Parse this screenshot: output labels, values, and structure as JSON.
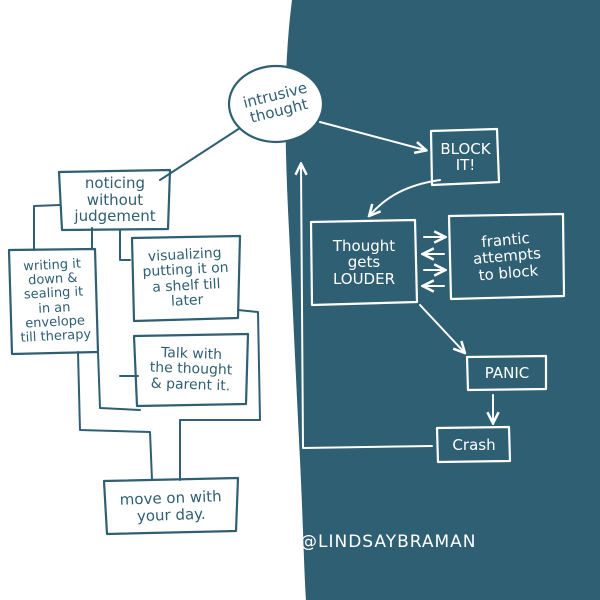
{
  "colors": {
    "teal": "#2f5f72",
    "paper": "#ffffff",
    "ink_on_teal": "#ffffff"
  },
  "nodes": {
    "intrusive_thought": "intrusive\nthought",
    "noticing": "noticing\nwithout\njudgement",
    "writing": "writing it\ndown &\nsealing it\nin an\nenvelope\ntill therapy",
    "visualizing": "visualizing\nputting it on\na shelf till\nlater",
    "talk": "Talk with\nthe thought\n& parent it.",
    "move_on": "move on with\nyour day.",
    "block_it": "BLOCK\nIT!",
    "louder": "Thought\ngets\nLOUDER",
    "frantic": "frantic\nattempts\nto block",
    "panic": "PANIC",
    "crash": "Crash"
  },
  "credit": "@LINDSAYBRAMAN"
}
